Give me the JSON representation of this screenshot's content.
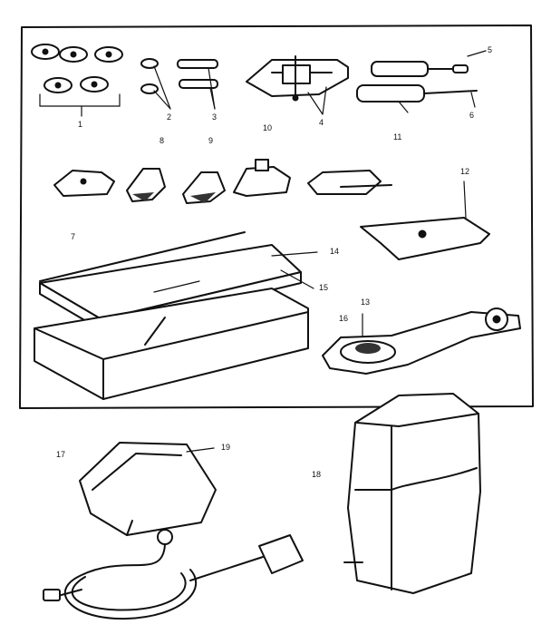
{
  "callouts": [
    {
      "id": "c1",
      "text": "1"
    },
    {
      "id": "c2",
      "text": "2"
    },
    {
      "id": "c3",
      "text": "3"
    },
    {
      "id": "c4",
      "text": "4"
    },
    {
      "id": "c5",
      "text": "5"
    },
    {
      "id": "c6",
      "text": "6"
    },
    {
      "id": "c7",
      "text": "7"
    },
    {
      "id": "c8",
      "text": "8"
    },
    {
      "id": "c9",
      "text": "9"
    },
    {
      "id": "c10",
      "text": "10"
    },
    {
      "id": "c11",
      "text": "11"
    },
    {
      "id": "c12",
      "text": "12"
    },
    {
      "id": "c13",
      "text": "13"
    },
    {
      "id": "c14",
      "text": "14"
    },
    {
      "id": "c15",
      "text": "15"
    },
    {
      "id": "c16",
      "text": "16"
    },
    {
      "id": "c17",
      "text": "17"
    },
    {
      "id": "c18",
      "text": "18"
    },
    {
      "id": "c19",
      "text": "19"
    }
  ],
  "colors": {
    "ink": "#111111",
    "paper": "#ffffff"
  }
}
